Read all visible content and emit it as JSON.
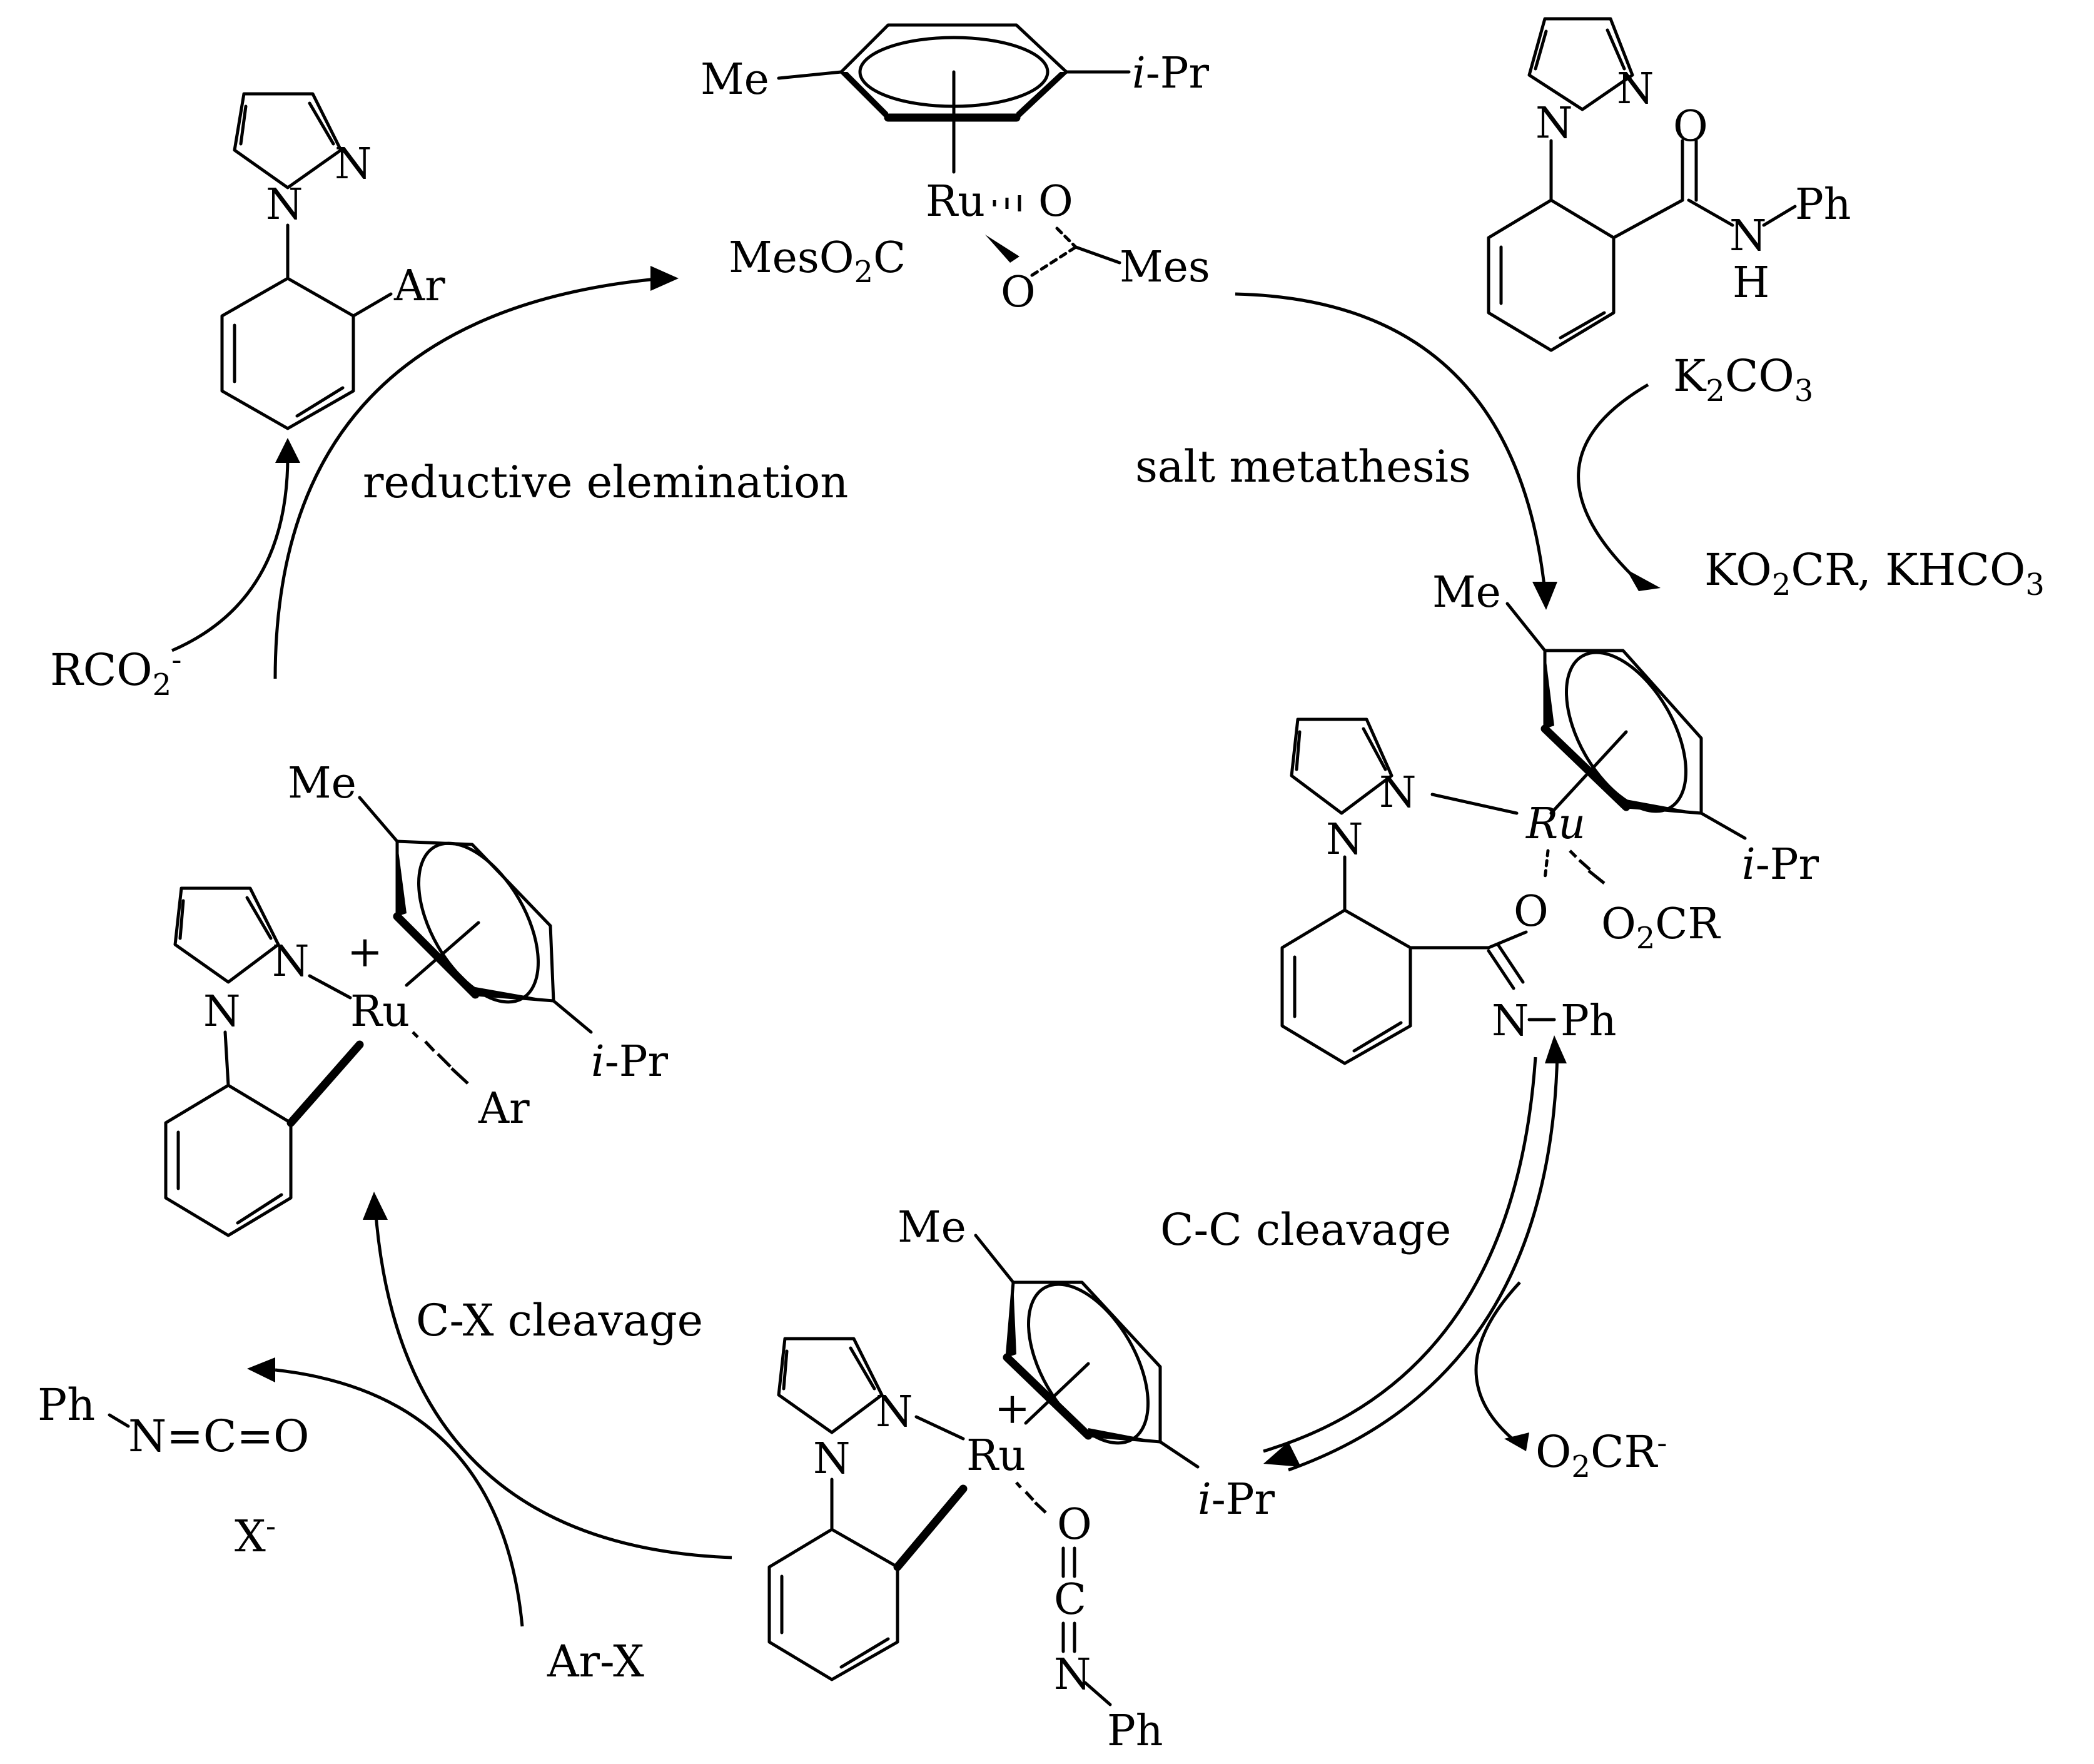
{
  "steps": {
    "salt_metathesis": "salt metathesis",
    "cc_cleavage": "C-C cleavage",
    "cx_cleavage": "C-X cleavage",
    "reductive_elimination": "reductive elemination"
  },
  "reagents": {
    "k2co3": "K2CO3",
    "byproduct_salts": "KO2CR, KHCO3",
    "carboxylate_out": "O2CR-",
    "arx": "Ar-X",
    "x_minus": "X-",
    "isocyanate": "N=C=O",
    "isocyanate_ph": "Ph",
    "rco2": "RCO2-"
  },
  "atoms": {
    "me": "Me",
    "ipr": "-Pr",
    "i": "i",
    "ru": "Ru",
    "n": "N",
    "o": "O",
    "c": "C",
    "h": "H",
    "ph": "Ph",
    "ar": "Ar",
    "mes": "Mes",
    "mesO2C": "MesO2C",
    "o2cr": "O2CR",
    "plus": "+"
  }
}
